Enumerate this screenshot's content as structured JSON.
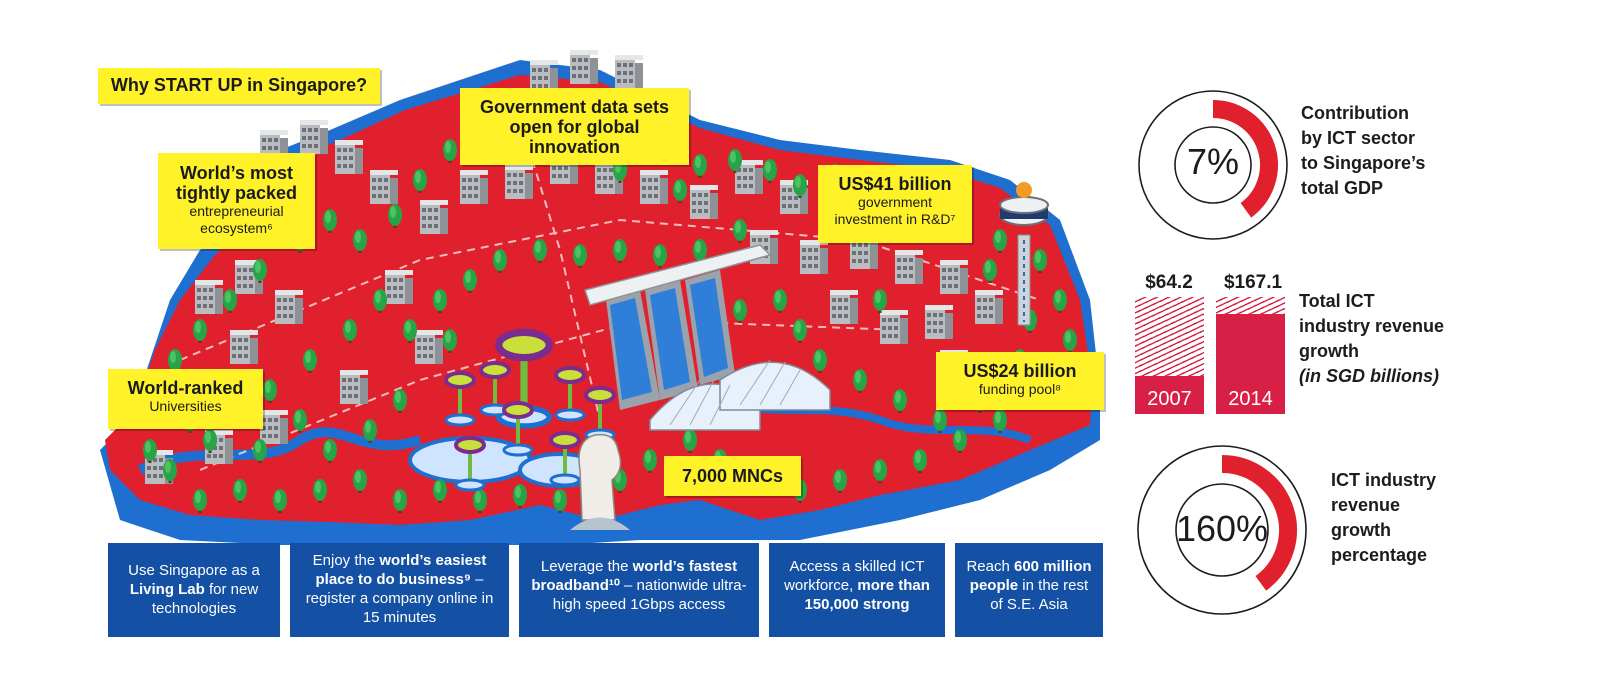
{
  "labels": {
    "why_start": "Why START UP in Singapore?",
    "gov_data": "Government data sets open for global innovation",
    "packed_title": "World’s most tightly packed",
    "packed_sub": "entrepreneurial ecosystem⁶",
    "rd_title": "US$41 billion",
    "rd_sub": "government investment in R&D⁷",
    "uni_title": "World-ranked",
    "uni_sub": "Universities",
    "fund_title": "US$24 billion",
    "fund_sub": "funding pool⁸",
    "mncs": "7,000 MNCs"
  },
  "features": [
    {
      "pre": "Use Singapore as a ",
      "bold": "Living Lab",
      "post": " for new technologies"
    },
    {
      "pre": "Enjoy the ",
      "bold": "world’s easiest place to do business⁹",
      "post": " – register a company online in 15 minutes"
    },
    {
      "pre": "Leverage the ",
      "bold": "world’s fastest broadband¹⁰",
      "post": " – nationwide ultra-high speed 1Gbps access"
    },
    {
      "pre": "Access a skilled ICT workforce, ",
      "bold": "more than 150,000 strong",
      "post": ""
    },
    {
      "pre": "Reach ",
      "bold": "600 million people",
      "post": " in the rest of S.E. Asia"
    }
  ],
  "gdp": {
    "value": "7%",
    "fraction": 0.4,
    "line1": "Contribution",
    "line2": "by ICT sector",
    "line3": "to Singapore’s",
    "line4": "total GDP"
  },
  "revenue": {
    "bars": [
      {
        "year": "2007",
        "value": "$64.2",
        "amount": 64.2
      },
      {
        "year": "2014",
        "value": "$167.1",
        "amount": 167.1
      }
    ],
    "line1": "Total ICT",
    "line2": "industry revenue",
    "line3": "growth",
    "line4": "(in SGD billions)"
  },
  "growth": {
    "value": "160%",
    "fraction": 0.4,
    "line1": "ICT industry",
    "line2": "revenue",
    "line3": "growth",
    "line4": "percentage"
  },
  "colors": {
    "accent_red": "#e0202c",
    "bar_red": "#d81f45",
    "label_yellow": "#fff229",
    "box_blue": "#1450a3",
    "tree_green": "#27a349",
    "water_blue": "#1f6fd1"
  }
}
